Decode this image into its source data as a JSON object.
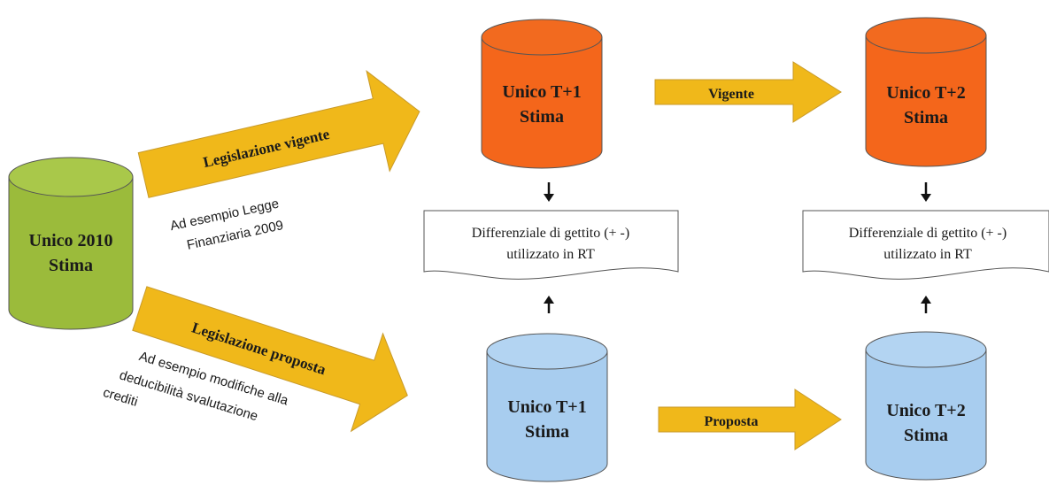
{
  "colors": {
    "green_body": "#9bbb3b",
    "green_top": "#a9c84a",
    "orange_body": "#f4661b",
    "orange_top": "#f26a1f",
    "blue_body": "#a8cdef",
    "blue_top": "#b3d4f2",
    "arrow_fill": "#f0b81a",
    "arrow_stroke": "#c89a2a",
    "outline": "#555555"
  },
  "cylinders": {
    "source": {
      "line1": "Unico 2010",
      "line2": "Stima"
    },
    "vigente_t1": {
      "line1": "Unico T+1",
      "line2": "Stima"
    },
    "vigente_t2": {
      "line1": "Unico T+2",
      "line2": "Stima"
    },
    "proposta_t1": {
      "line1": "Unico T+1",
      "line2": "Stima"
    },
    "proposta_t2": {
      "line1": "Unico T+2",
      "line2": "Stima"
    }
  },
  "arrows": {
    "legislazione_vigente": "Legislazione vigente",
    "legislazione_proposta": "Legislazione proposta",
    "vigente": "Vigente",
    "proposta": "Proposta"
  },
  "notes": {
    "vigente_line1": "Ad esempio Legge",
    "vigente_line2": "Finanziaria 2009",
    "proposta_line1": "Ad esempio modifiche alla",
    "proposta_line2": "deducibilità svalutazione",
    "proposta_line3": "crediti"
  },
  "documents": {
    "t1": {
      "line1": "Differenziale di gettito (+ -)",
      "line2": "utilizzato in RT"
    },
    "t2": {
      "line1": "Differenziale di gettito (+ -)",
      "line2": "utilizzato in RT"
    }
  }
}
